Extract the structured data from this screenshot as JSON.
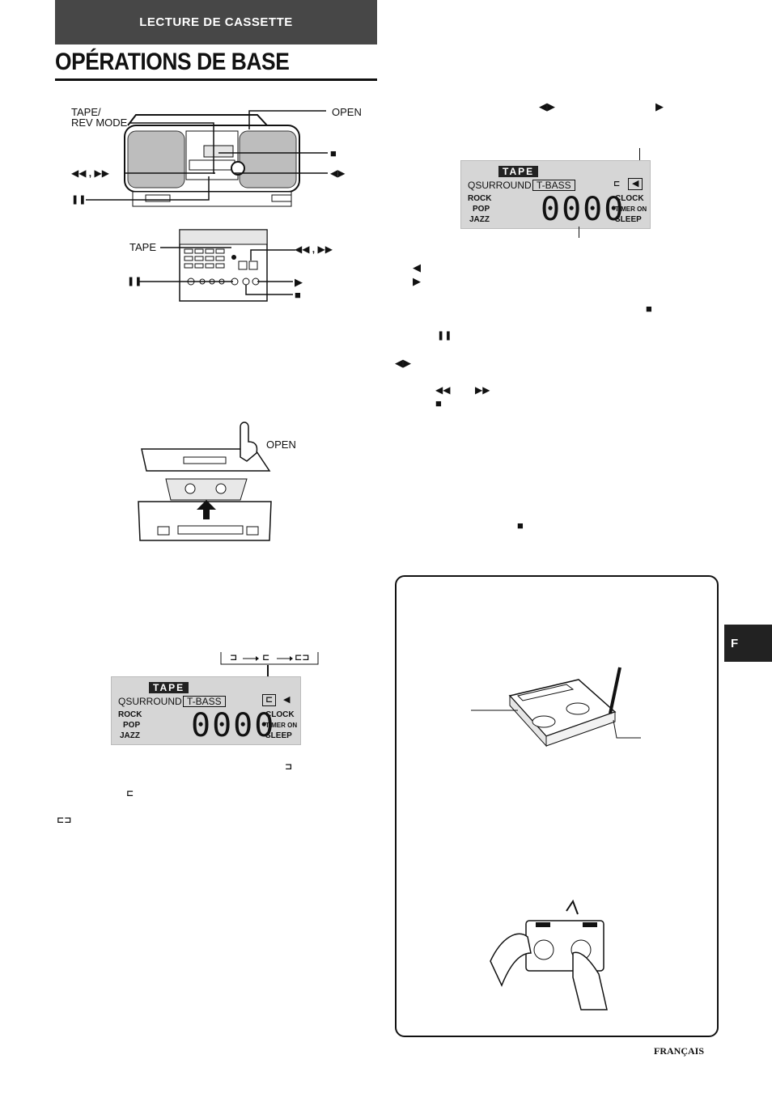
{
  "header": {
    "section": "LECTURE DE CASSETTE",
    "title": "OPÉRATIONS DE BASE"
  },
  "fig_main": {
    "tape_rev_mode": "TAPE/\nREV MODE",
    "open": "OPEN",
    "stop": "■",
    "rew_ff": "◀◀ , ▶▶",
    "play_dir": "◀▶",
    "pause": "❚❚"
  },
  "fig_remote": {
    "tape": "TAPE",
    "rew_ff": "◀◀ , ▶▶",
    "pause": "❚❚",
    "play": "▶",
    "stop": "■"
  },
  "fig_open": {
    "open": "OPEN"
  },
  "lcd": {
    "tape": "TAPE",
    "qsurround": "QSURROUND",
    "tbass": "T-BASS",
    "rock": "ROCK",
    "pop": "POP",
    "jazz": "JAZZ",
    "clock": "CLOCK",
    "timer_on": "TIMER ON",
    "sleep": "SLEEP",
    "counter": "0000",
    "rev_icon": "⊏",
    "dir_arrow": "◀"
  },
  "rev_sequence": {
    "a": "⊐",
    "b": "⊏",
    "c": "⊏⊐"
  },
  "right_col": {
    "top_sym_1": "◀▶",
    "top_sym_2": "▶",
    "s1": "◀",
    "s2": "▶",
    "s3": "■",
    "s4": "❚❚",
    "s5": "◀▶",
    "s6a": "◀◀",
    "s6b": "▶▶",
    "s7": "■",
    "s8": "■"
  },
  "left_notes": {
    "n1": "⊐",
    "n2": "⊏",
    "n3": "⊏⊐"
  },
  "side_tab": "F",
  "footer": "FRANÇAIS"
}
